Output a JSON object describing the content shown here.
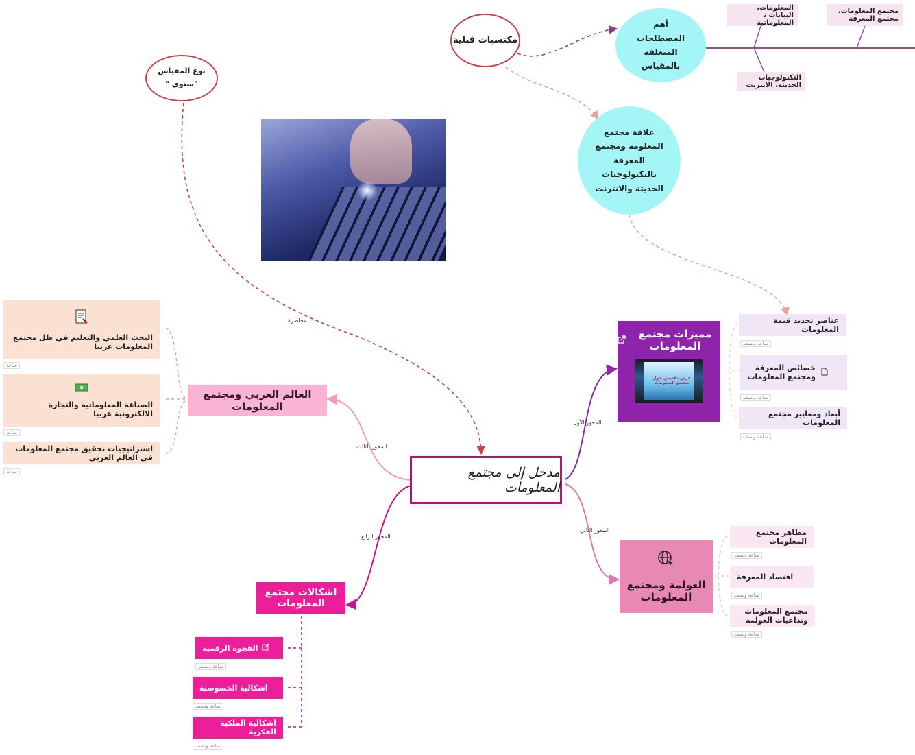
{
  "center": {
    "title": "مدخل إلى مجتمع المعلومات"
  },
  "branches": {
    "b1": {
      "title": "مميزات مجتمع المعلومات",
      "edge_label": "المحور الأول",
      "color": "#8e24aa",
      "thumb_text": "عرض تقديمي حول مجتمع المعلومات",
      "items": [
        "عناصر تحديد قيمة المعلومات",
        "خصائص المعرفة ومجتمع المعلومات",
        "أبعاد ومعايير مجتمع المعلومات"
      ]
    },
    "b2": {
      "title": "العولمة ومجتمع المعلومات",
      "edge_label": "المحور الثاني",
      "color": "#e888b4",
      "items": [
        "مظاهر مجتمع المعلومات",
        "اقتصاد المعرفة",
        "مجتمع المعلومات وتداعيات العولمة"
      ]
    },
    "b3": {
      "title": "العالم العربي ومجتمع المعلومات",
      "edge_label": "المحور الثالث",
      "color": "#f9b4d4",
      "items": [
        "البحث العلمي والتعليم في ظل مجتمع المعلومات عربيا",
        "الصناعة المعلوماتية والتجارة الالكترونية عربيا",
        "استراتيجيات تحقيق مجتمع المعلومات في العالم العربي"
      ]
    },
    "b4": {
      "title": "اشكالات مجتمع المعلومات",
      "edge_label": "المحور الرابع",
      "color": "#ec1e9a",
      "items": [
        "الفجوة الرقمية",
        "اشكالية الخصوصية",
        "اشكالية الملكية الفكرية"
      ]
    }
  },
  "notes": {
    "item": "ساعة ونصف",
    "left_short": "ساعة"
  },
  "prior": {
    "label": "مكتسبات قبلية",
    "terms_bubble": "أهم المصطلحات المتعلقة بالمقياس",
    "relation_bubble": "علاقة مجتمع المعلومة ومجتمع المعرفة بالتكنولوجيات الحديثة والانترنت",
    "terms": [
      "مجتمع المعلومات، مجتمع المعرفة",
      "المعلومات، البيانات ، المعلوماتية",
      "التكنولوجيات الحديثة، الانترنت"
    ]
  },
  "scale": {
    "label": "نوع المقياس \"سنوي \"",
    "edge_label": "محاضرة"
  },
  "icons": [
    "external-link-icon",
    "document-icon",
    "edit-icon",
    "money-icon",
    "globe-cursor-icon",
    "book-icon"
  ]
}
